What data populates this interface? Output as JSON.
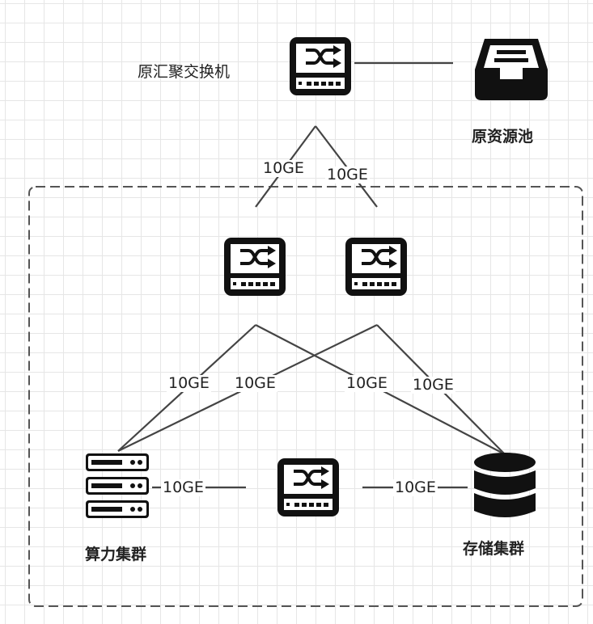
{
  "labels": {
    "agg_switch": "原汇聚交换机",
    "resource_pool": "原资源池",
    "compute_cluster": "算力集群",
    "storage_cluster": "存储集群"
  },
  "links": {
    "uplink_left": "10GE",
    "uplink_right": "10GE",
    "sw1_compute": "10GE",
    "sw2_compute": "10GE",
    "sw1_storage": "10GE",
    "sw2_storage": "10GE",
    "compute_bottom": "10GE",
    "storage_bottom": "10GE"
  },
  "icons": {
    "switch": "switch-icon",
    "pool": "inbox-tray-icon",
    "server": "server-rack-icon",
    "database": "database-icon"
  },
  "colors": {
    "line": "#444444",
    "icon": "#111111",
    "grid": "#e6e6e6"
  }
}
